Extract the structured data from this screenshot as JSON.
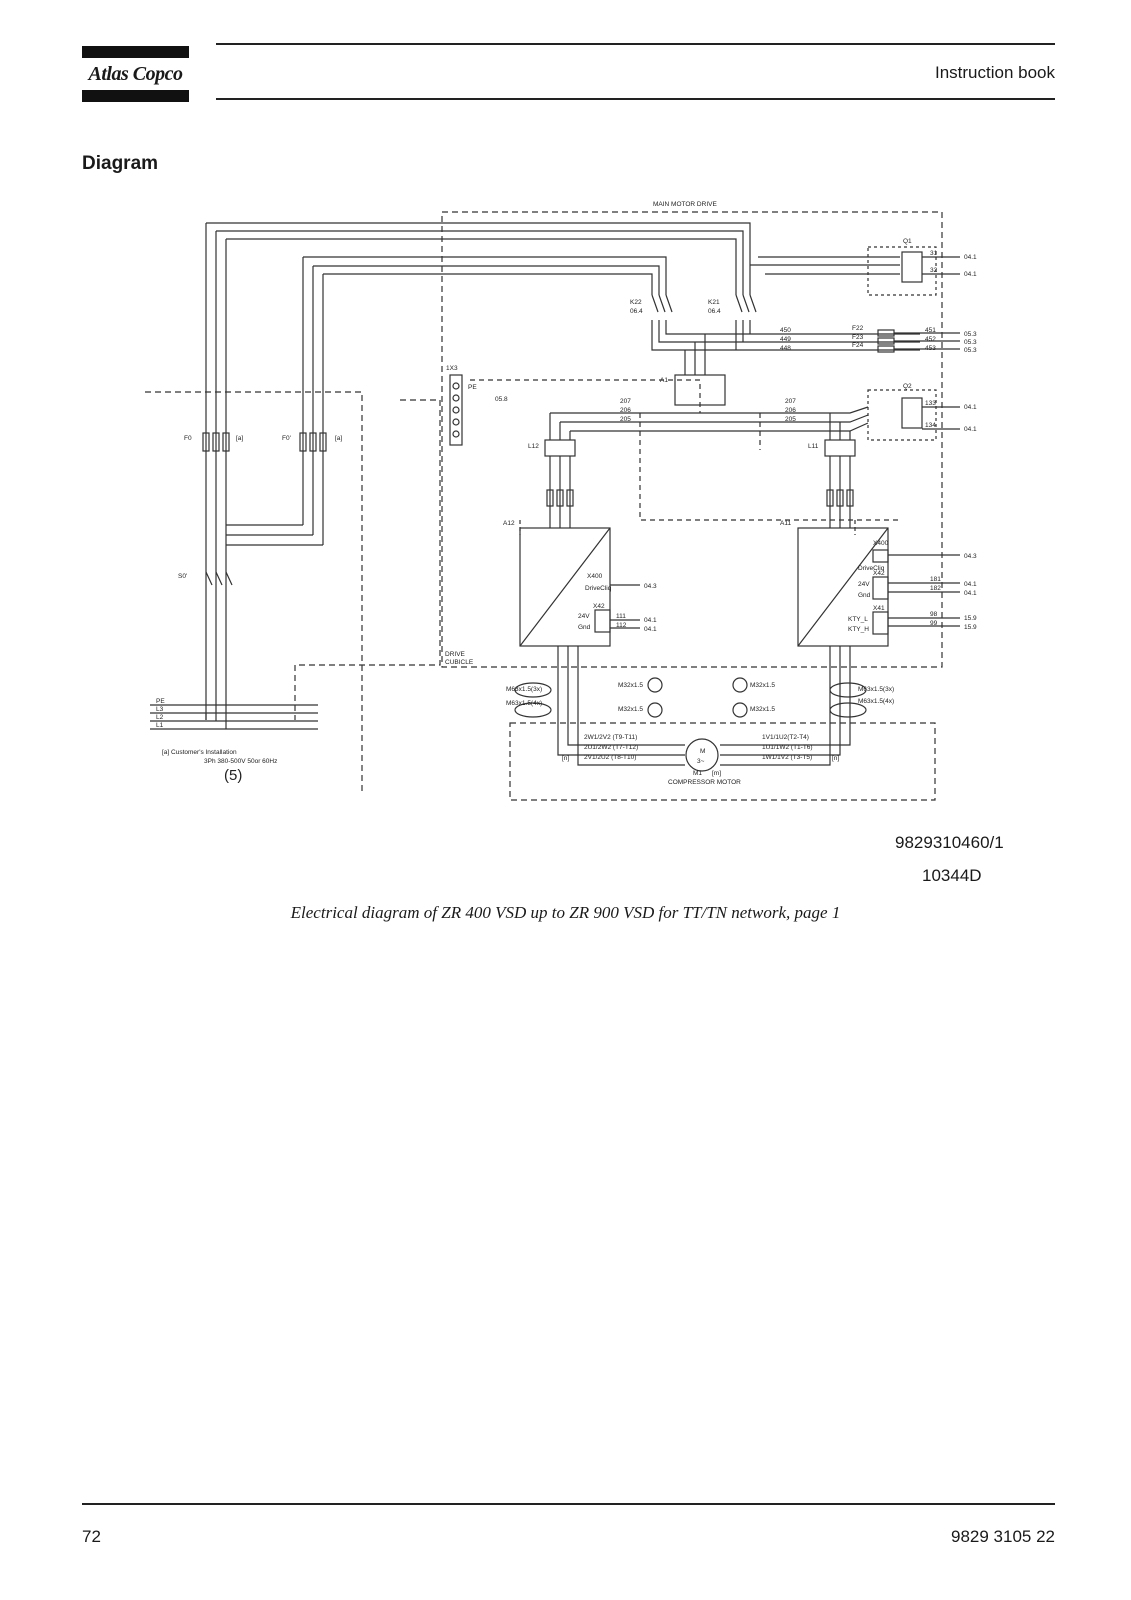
{
  "header": {
    "brand": "Atlas Copco",
    "doc_title": "Instruction book"
  },
  "section": {
    "title": "Diagram"
  },
  "diagram": {
    "labels": {
      "main_motor_drive": "MAIN MOTOR DRIVE",
      "compressor_motor": "COMPRESSOR MOTOR",
      "drive_cubicle_1": "DRIVE",
      "drive_cubicle_2": "CUBICLE",
      "q1": "Q1",
      "q2": "Q2",
      "k22": "K22",
      "k21": "K21",
      "k_ref": "06.4",
      "f22": "F22",
      "f23": "F23",
      "f24": "F24",
      "a1": "A1",
      "a11": "A11",
      "a12": "A12",
      "l11": "L11",
      "l12": "L12",
      "x1": "1X3",
      "f0": "F0",
      "f0p": "F0'",
      "s0": "S0'",
      "mark_a": "[a]",
      "mark_n": "[n]",
      "mark_m": "[m]",
      "l1": "L1",
      "l2": "L2",
      "l3": "L3",
      "pe": "PE",
      "cable_m63_3": "M63x1.5(3x)",
      "cable_m63_4": "M63x1.5(4x)",
      "cable_m32": "M32x1.5",
      "motor_m": "M",
      "motor_3": "3~",
      "motor_m1": "M1",
      "drivecliq": "DriveCliq",
      "x400": "X400",
      "x41": "X41",
      "x42": "X42",
      "v24": "24V",
      "gnd": "Gnd",
      "kty_l": "KTY_L",
      "kty_h": "KTY_H",
      "w1": "2W1/2V2 (T9-T11)",
      "w2": "2U1/2W2 (T7-T12)",
      "w3": "2V1/2U2 (T8-T10)",
      "w4": "1V1/1U2(T2-T4)",
      "w5": "1U1/1W2 (T1-T6)",
      "w6": "1W1/1V2 (T3-T5)",
      "customer_note": "[a]  Customer's Installation",
      "supply_note": "3Ph 380-500V 50or 60Hz",
      "ref5": "(5)",
      "ref_941": "04.1",
      "ref_943": "04.3",
      "ref_953": "05.3",
      "ref_959": "15.9",
      "ref_058": "05.8",
      "n_31": "31",
      "n_32": "32",
      "n_133": "133",
      "n_134": "134",
      "n_450": "450",
      "n_449": "449",
      "n_448": "448",
      "n_451": "451",
      "n_452": "452",
      "n_453": "453",
      "n_207": "207",
      "n_206": "206",
      "n_205": "205",
      "n_111": "111",
      "n_112": "112",
      "n_181": "181",
      "n_182": "182",
      "n_98": "98",
      "n_99": "99"
    },
    "doc_number": "9829310460/1",
    "doc_code": "10344D"
  },
  "caption": "Electrical diagram of ZR 400 VSD up to ZR 900 VSD for TT/TN network, page 1",
  "footer": {
    "page_number": "72",
    "part_number": "9829 3105 22"
  }
}
